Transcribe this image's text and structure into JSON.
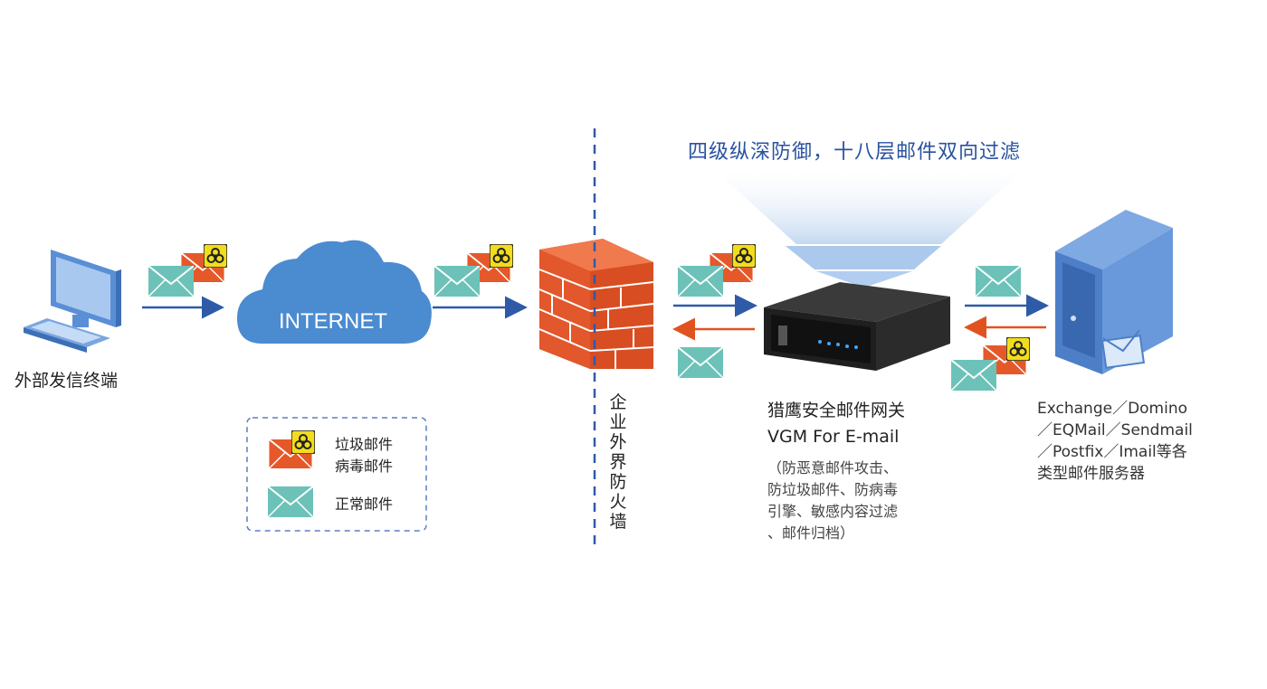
{
  "diagram": {
    "headline": "四级纵深防御，十八层邮件双向过滤",
    "cloud_label": "INTERNET",
    "sender_label": "外部发信终端",
    "firewall_label": "企业外界防火墙",
    "gateway": {
      "name_line1": "猎鹰安全邮件网关",
      "name_line2": "VGM For E-mail",
      "desc_line1": "（防恶意邮件攻击、",
      "desc_line2": "防垃圾邮件、防病毒",
      "desc_line3": "引擎、敏感内容过滤",
      "desc_line4": "、邮件归档）"
    },
    "server": {
      "line1": "Exchange／Domino",
      "line2": "／EQMail／Sendmail",
      "line3": "／Postfix／Imail等各",
      "line4": "类型邮件服务器"
    },
    "legend": {
      "spam_line1": "垃圾邮件",
      "spam_line2": "病毒邮件",
      "normal": "正常邮件"
    }
  },
  "colors": {
    "arrow_blue": "#2f5aa8",
    "arrow_orange": "#e0531f",
    "envelope_green": "#6cc2b8",
    "envelope_orange": "#e5582a",
    "biohazard_yellow": "#f2dc1e",
    "brick": "#e2572b",
    "cloud": "#4b8bd0",
    "tower": "#4d7fc8"
  }
}
